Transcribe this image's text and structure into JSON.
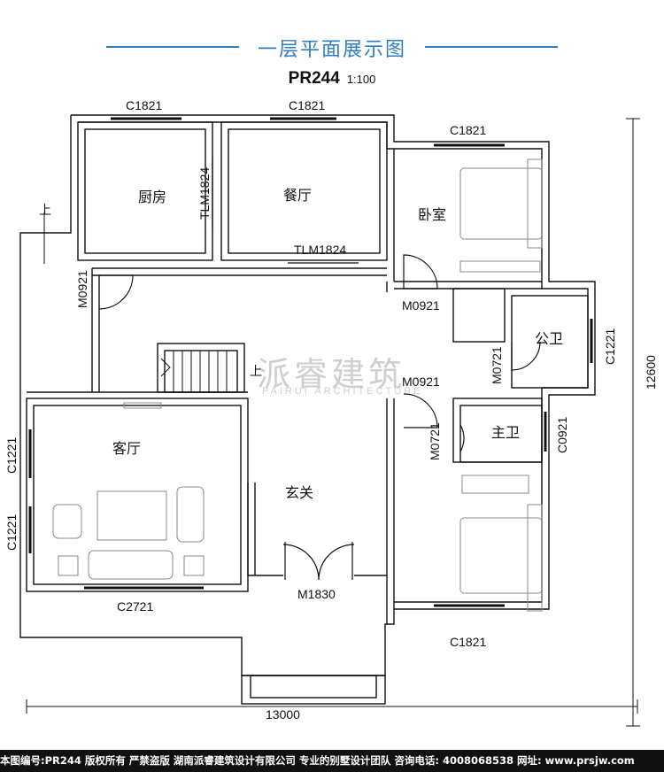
{
  "header": {
    "title": "一层平面展示图",
    "plan_code": "PR244",
    "scale": "1:100",
    "accent_color": "#2f7ec2"
  },
  "rooms": {
    "kitchen": "厨房",
    "dining": "餐厅",
    "bedroom_1": "卧室",
    "public_bath": "公卫",
    "master_bath": "主卫",
    "living": "客厅",
    "foyer": "玄关"
  },
  "labels": {
    "c1821_kitchen": "C1821",
    "c1821_dining": "C1821",
    "c1821_bedroom_top": "C1821",
    "c1821_bedroom_bottom": "C1821",
    "tlm1824_vertical": "TLM1824",
    "tlm1824_horizontal": "TLM1824",
    "m0921_left": "M0921",
    "m0921_bedroom": "M0921",
    "m0921_lower": "M0921",
    "m0721_public": "M0721",
    "m0721_master": "M0721",
    "c1221_public": "C1221",
    "c0921_master": "C0921",
    "c1221_living_upper": "C1221",
    "c1221_living_lower": "C1221",
    "c2721": "C2721",
    "m1830": "M1830",
    "stair_up_left": "上",
    "stair_up_center": "上"
  },
  "dimensions": {
    "width": "13000",
    "height": "12600"
  },
  "watermark": {
    "text": "派睿建筑",
    "sub": "PAIRUI ARCHITECTURE"
  },
  "footer": {
    "text": "本图编号:PR244 版权所有 严禁盗版 湖南派睿建筑设计有限公司 专业的别墅设计团队 咨询电话: 4008068538 网址: www.prsjw.com"
  }
}
